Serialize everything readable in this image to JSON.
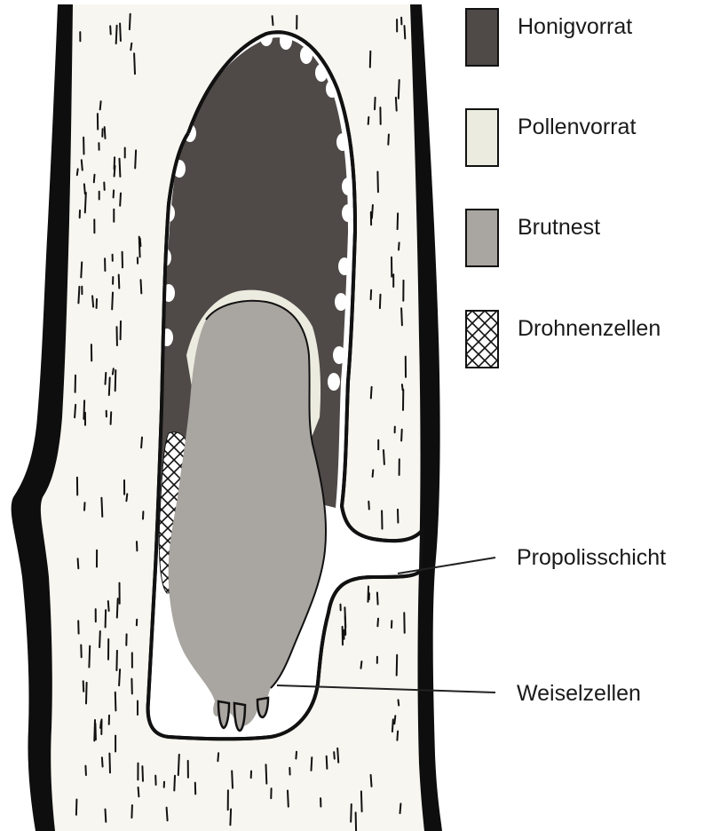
{
  "colors": {
    "bark": "#0e0e0e",
    "wood": "#f7f6f0",
    "honey": "#4f4a48",
    "pollen": "#ecebdf",
    "brood": "#a9a5a0",
    "outline": "#111111"
  },
  "legend": [
    {
      "key": "honey",
      "label": "Honigvorrat",
      "fill": "#4f4a48",
      "pattern": "solid"
    },
    {
      "key": "pollen",
      "label": "Pollenvorrat",
      "fill": "#ecebdf",
      "pattern": "solid"
    },
    {
      "key": "brood",
      "label": "Brutnest",
      "fill": "#a9a5a0",
      "pattern": "solid"
    },
    {
      "key": "drone",
      "label": "Drohnenzellen",
      "fill": "#ffffff",
      "pattern": "crosshatch"
    }
  ],
  "callouts": {
    "propolis": "Propolisschicht",
    "queen_cells": "Weiselzellen"
  }
}
